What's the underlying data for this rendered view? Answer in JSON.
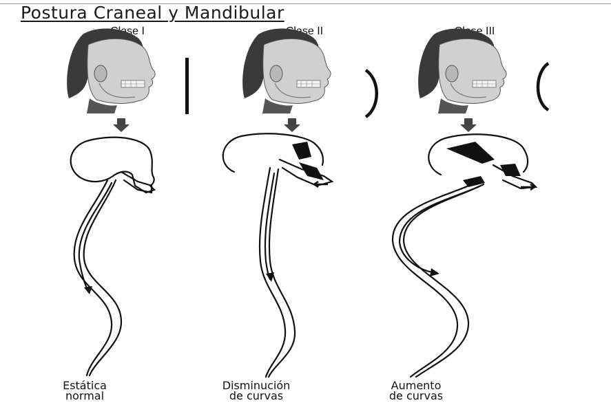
{
  "title": "Postura Craneal y Mandibular",
  "columns": [
    {
      "class_label": "Clase I",
      "caption_line1": "Estática",
      "caption_line2": "normal"
    },
    {
      "class_label": "Clase II",
      "caption_line1": "Disminución",
      "caption_line2": "de curvas"
    },
    {
      "class_label": "Clase III",
      "caption_line1": "Aumento",
      "caption_line2": "de curvas"
    }
  ],
  "colors": {
    "ink": "#111111",
    "skin": "#c9c9c9",
    "hair": "#3a3a3a"
  }
}
